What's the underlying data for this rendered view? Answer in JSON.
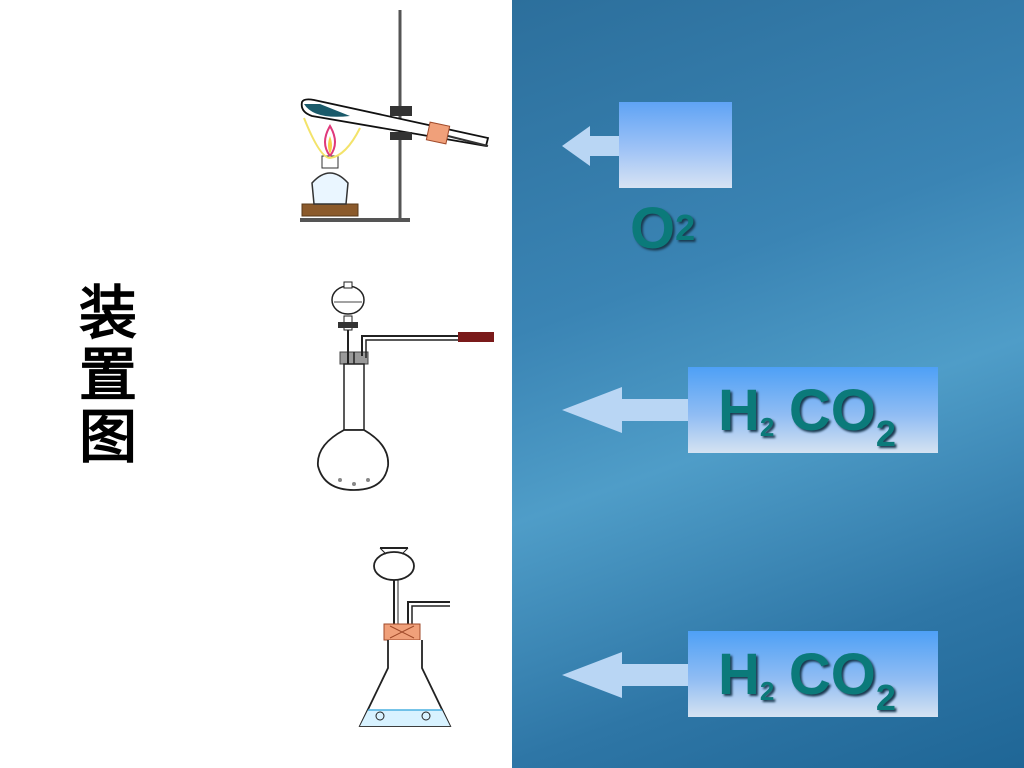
{
  "title": {
    "chars": [
      "装",
      "置",
      "图"
    ]
  },
  "labels": {
    "row1": {
      "formula": "O",
      "sub": "2"
    },
    "row2": {
      "h": "H",
      "h_sub": "2",
      "co": "CO",
      "co_sub": "2"
    },
    "row3": {
      "h": "H",
      "h_sub": "2",
      "co": "CO",
      "co_sub": "2"
    }
  },
  "colors": {
    "panel_blue": "#2c6f9c",
    "label_teal": "#0b7a7a",
    "box_blue": "#5fa3f5"
  },
  "icons": {
    "apparatus1": "test-tube-heating-icon",
    "apparatus2": "flask-separatory-funnel-icon",
    "apparatus3": "conical-flask-funnel-icon",
    "arrow": "arrow-left-icon"
  }
}
